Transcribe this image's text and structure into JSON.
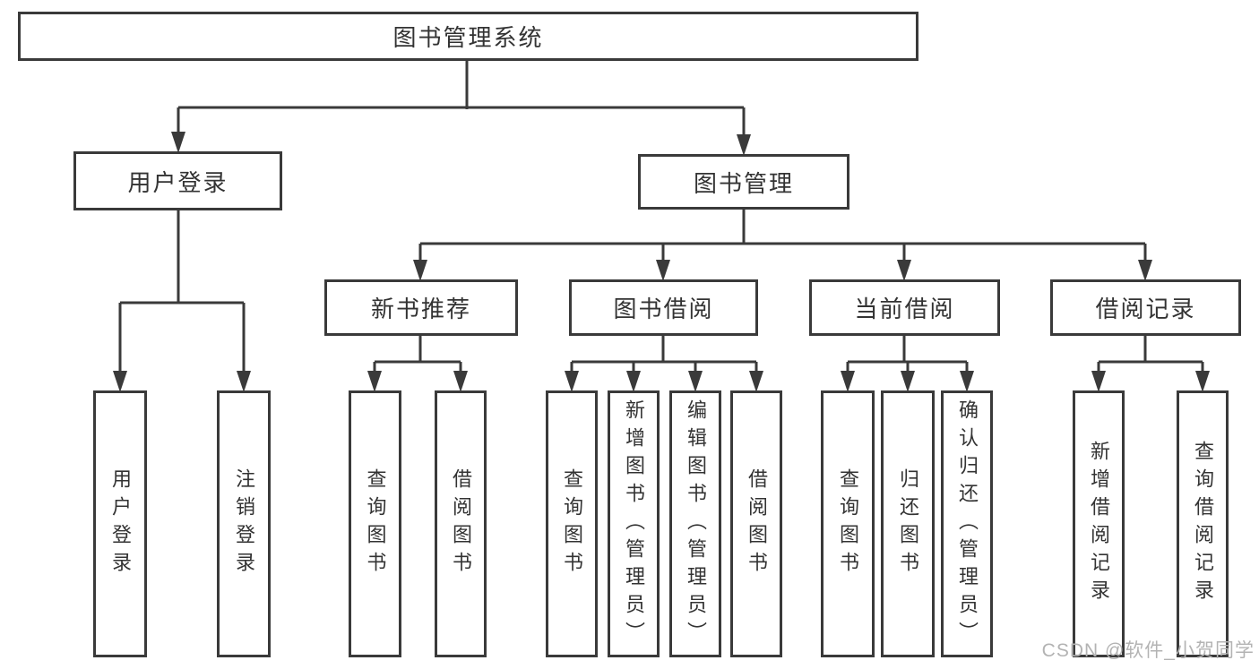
{
  "colors": {
    "line": "#3a3a3a",
    "box_border": "#3a3a3a",
    "box_background": "#ffffff",
    "text": "#333333",
    "watermark": "#b3b3b3",
    "page_background": "#ffffff"
  },
  "nodes": {
    "root": {
      "label": "图书管理系统"
    },
    "user_login": {
      "label": "用户登录"
    },
    "book_mgmt": {
      "label": "图书管理"
    },
    "new_books": {
      "label": "新书推荐"
    },
    "book_borrow": {
      "label": "图书借阅"
    },
    "current_borrow": {
      "label": "当前借阅"
    },
    "borrow_records": {
      "label": "借阅记录"
    },
    "leaf_user_login": {
      "label": "用户登录"
    },
    "leaf_logout": {
      "label": "注销登录"
    },
    "leaf_newbook_query": {
      "label": "查询图书"
    },
    "leaf_newbook_borrow": {
      "label": "借阅图书"
    },
    "leaf_borrow_query": {
      "label": "查询图书"
    },
    "leaf_borrow_add": {
      "label": "新增图书（管理员）"
    },
    "leaf_borrow_edit": {
      "label": "编辑图书（管理员）"
    },
    "leaf_borrow_borrow": {
      "label": "借阅图书"
    },
    "leaf_current_query": {
      "label": "查询图书"
    },
    "leaf_current_return": {
      "label": "归还图书"
    },
    "leaf_current_confirm": {
      "label": "确认归还（管理员）"
    },
    "leaf_records_add": {
      "label": "新增借阅记录"
    },
    "leaf_records_query": {
      "label": "查询借阅记录"
    }
  },
  "edges": [
    {
      "from": "root",
      "to": "user_login"
    },
    {
      "from": "root",
      "to": "book_mgmt"
    },
    {
      "from": "user_login",
      "to": "leaf_user_login"
    },
    {
      "from": "user_login",
      "to": "leaf_logout"
    },
    {
      "from": "book_mgmt",
      "to": "new_books"
    },
    {
      "from": "book_mgmt",
      "to": "book_borrow"
    },
    {
      "from": "book_mgmt",
      "to": "current_borrow"
    },
    {
      "from": "book_mgmt",
      "to": "borrow_records"
    },
    {
      "from": "new_books",
      "to": "leaf_newbook_query"
    },
    {
      "from": "new_books",
      "to": "leaf_newbook_borrow"
    },
    {
      "from": "book_borrow",
      "to": "leaf_borrow_query"
    },
    {
      "from": "book_borrow",
      "to": "leaf_borrow_add"
    },
    {
      "from": "book_borrow",
      "to": "leaf_borrow_edit"
    },
    {
      "from": "book_borrow",
      "to": "leaf_borrow_borrow"
    },
    {
      "from": "current_borrow",
      "to": "leaf_current_query"
    },
    {
      "from": "current_borrow",
      "to": "leaf_current_return"
    },
    {
      "from": "current_borrow",
      "to": "leaf_current_confirm"
    },
    {
      "from": "borrow_records",
      "to": "leaf_records_add"
    },
    {
      "from": "borrow_records",
      "to": "leaf_records_query"
    }
  ],
  "watermark": {
    "text": "CSDN @软件_小贺同学"
  }
}
